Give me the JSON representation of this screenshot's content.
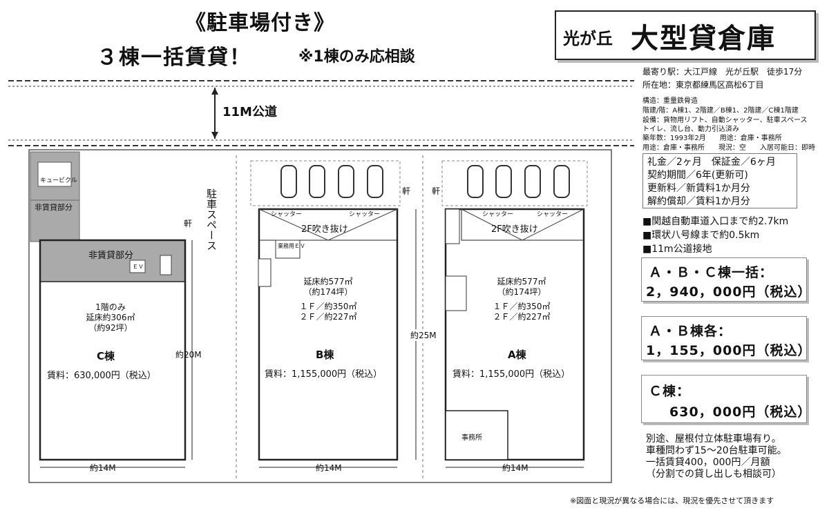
{
  "header": {
    "line1": "《駐車場付き》",
    "line2": "３棟一括賃貸！",
    "line3": "※1棟のみ応相談"
  },
  "title": {
    "small": "光が丘",
    "big": "大型貸倉庫"
  },
  "info": {
    "station": "最寄り駅：大江戸線　光が丘駅　徒歩17分",
    "address": "所在地：東京都練馬区高松6丁目",
    "structure": "構造：重量鉄骨造",
    "floors": "階建/階：A棟1、2階建／B棟1、2階建／C棟1階建",
    "equipment1": "設備：貨物用リフト、自動シャッター、駐車スペース",
    "equipment2": "トイレ、流し台、動力引込済み",
    "built": "築年数：1993年2月　　用途：倉庫・事務所",
    "use": "用途：倉庫・事務所　　現況：空　　入居可能日：即時"
  },
  "terms": [
    "礼金／2ヶ月　保証金／6ヶ月",
    "契約期間／6年(更新可)",
    "更新料／新賃料1か月分",
    "解約償却／賃料1か月分"
  ],
  "access": [
    "■関越自動車道入口まで約2.7km",
    "■環状八号線まで約0.5km",
    "■11m公道接地"
  ],
  "prices": {
    "abc_label": "Ａ・Ｂ・Ｃ棟一括：",
    "abc_value": "2，940，000円（税込）",
    "ab_label": "Ａ・Ｂ棟各：",
    "ab_value": "1，155，000円（税込）",
    "c_label": "Ｃ棟：",
    "c_value": "630，000円（税込）"
  },
  "parking_note": [
    "別途、屋根付立体駐車場有り。",
    "車種問わず15～20台駐車可能。",
    "一括賃貸400，000円／月額",
    "（分割での貸し出しも相談可）"
  ],
  "footer": "※図面と現況が異なる場合には、現況を優先させて頂きます",
  "plan": {
    "road": "11M公道",
    "parking_space": "駐車スペース",
    "eaves": "軒",
    "cubicle": "キュービクル",
    "nonlease": "非賃貸部分",
    "ev": "ＥＶ",
    "shutter": "シャッター",
    "fukinuke": "2F吹き抜け",
    "lift": "業務用ＥＶ",
    "office": "事務所",
    "c": {
      "area1": "1階のみ",
      "area2": "延床約306㎡",
      "area3": "（約92坪）",
      "name": "C棟",
      "rent": "賃料：630,000円（税込）",
      "width": "約14M",
      "depth": "約20M"
    },
    "b": {
      "area1": "延床約577㎡",
      "area2": "（約174坪）",
      "f1": "１Ｆ／約350㎡",
      "f2": "２Ｆ／約227㎡",
      "name": "B棟",
      "rent": "賃料：1,155,000円（税込）",
      "width": "約14M"
    },
    "a": {
      "area1": "延床約577㎡",
      "area2": "（約174坪）",
      "f1": "１Ｆ／約350㎡",
      "f2": "２Ｆ／約227㎡",
      "name": "A棟",
      "rent": "賃料：1,155,000円（税込）",
      "width": "約14M",
      "depth": "約25M"
    }
  }
}
